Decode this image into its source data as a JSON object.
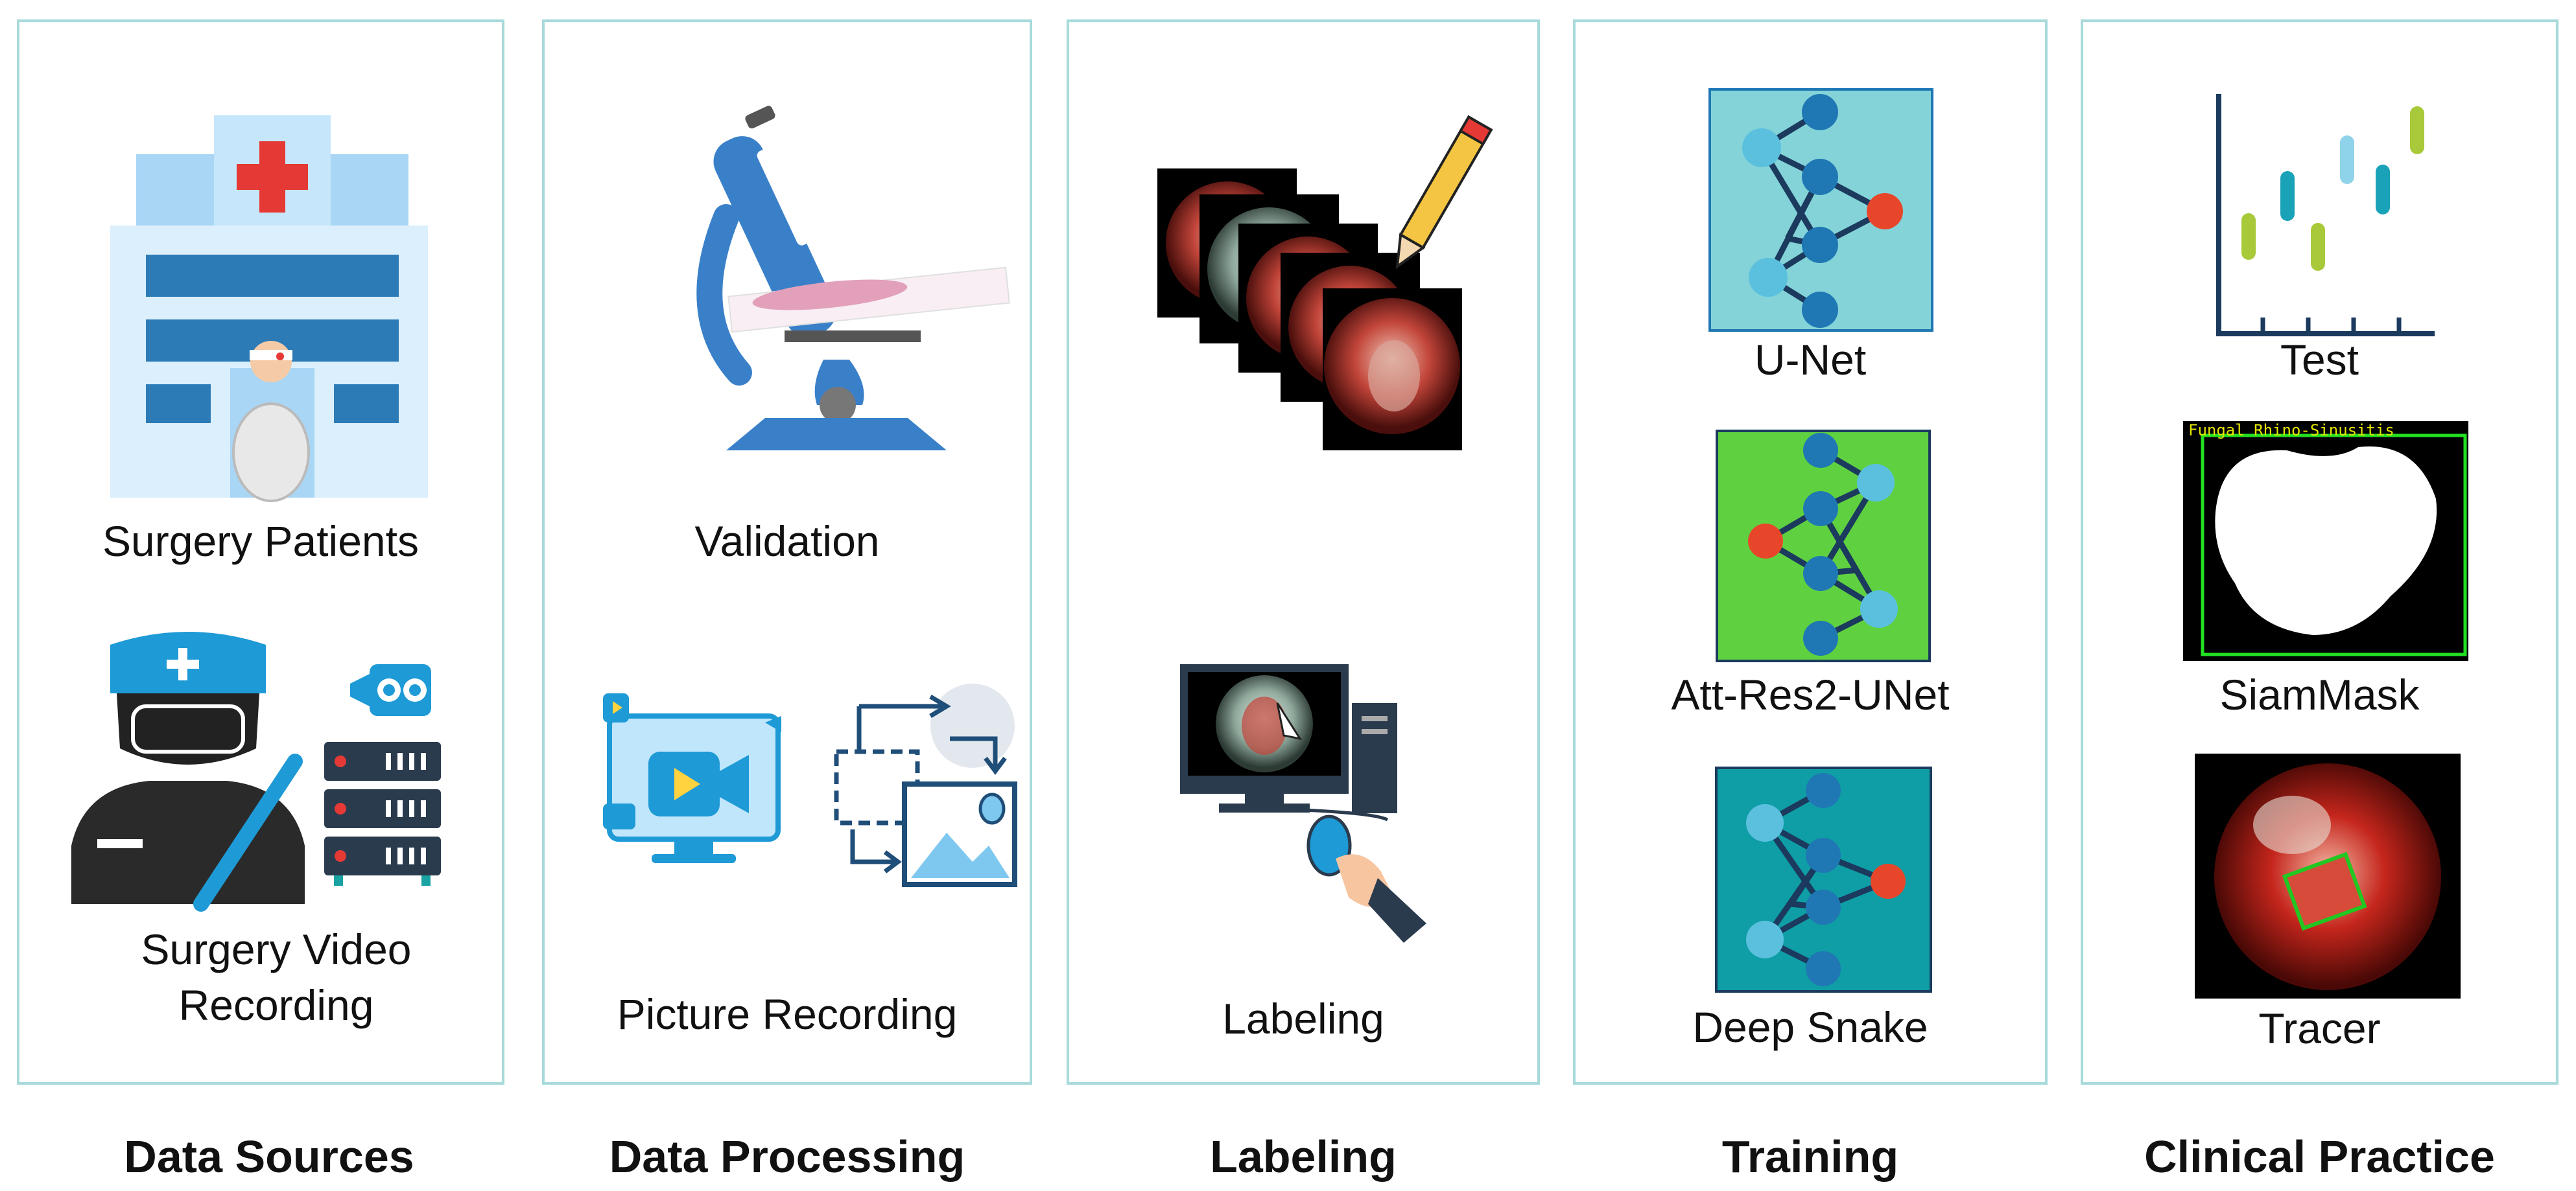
{
  "stages": [
    {
      "title": "Data Sources",
      "items": [
        "Surgery Patients",
        "Surgery Video\nRecording"
      ]
    },
    {
      "title": "Data Processing",
      "items": [
        "Validation",
        "Picture Recording"
      ]
    },
    {
      "title": "Labeling",
      "items": [
        "Labeling"
      ]
    },
    {
      "title": "Training",
      "items": [
        "U-Net",
        "Att-Res2-UNet",
        "Deep Snake"
      ]
    },
    {
      "title": "Clinical Practice",
      "items": [
        "Test",
        "SiamMask",
        "Tracer"
      ]
    }
  ],
  "mask_caption": "Fungal Rhino-Sinusitis",
  "colors": {
    "border": "#a8dadb",
    "blue": "#1f78b4",
    "light_blue": "#5bc0de",
    "red": "#e8462a",
    "green": "#9ccc3a"
  }
}
